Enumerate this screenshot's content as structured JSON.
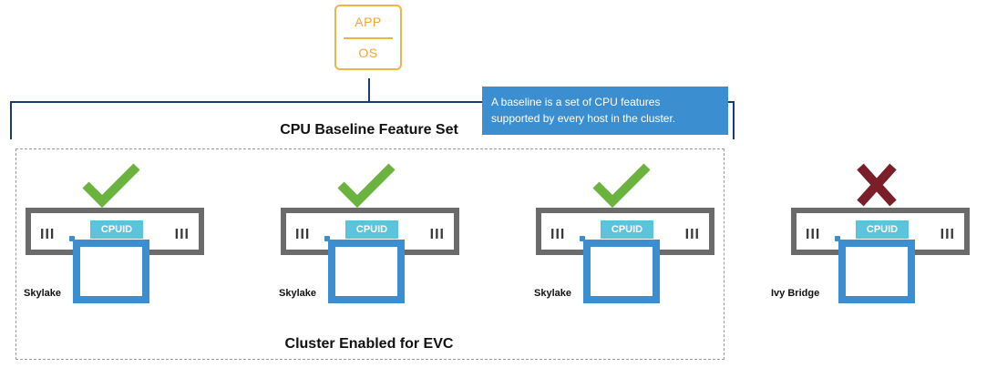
{
  "vm": {
    "app_label": "APP",
    "os_label": "OS"
  },
  "baseline": {
    "title": "CPU Baseline Feature Set",
    "tooltip_line1": "A baseline is a set of CPU features",
    "tooltip_line2": "supported by every host in the cluster."
  },
  "cluster": {
    "label": "Cluster Enabled for EVC"
  },
  "hosts": [
    {
      "name": "Skylake",
      "cpuid_label": "CPUID",
      "status": "check",
      "bars_left": "III",
      "bars_right": "III"
    },
    {
      "name": "Skylake",
      "cpuid_label": "CPUID",
      "status": "check",
      "bars_left": "III",
      "bars_right": "III"
    },
    {
      "name": "Skylake",
      "cpuid_label": "CPUID",
      "status": "check",
      "bars_left": "III",
      "bars_right": "III"
    },
    {
      "name": "Ivy Bridge",
      "cpuid_label": "CPUID",
      "status": "cross",
      "bars_left": "III",
      "bars_right": "III"
    }
  ],
  "colors": {
    "vm_accent": "#f0b34a",
    "chip": "#3b8fd1",
    "cpuid": "#5cc3dd",
    "check": "#6bb33f",
    "cross": "#7a1f2a",
    "bracket": "#1a3a73"
  }
}
